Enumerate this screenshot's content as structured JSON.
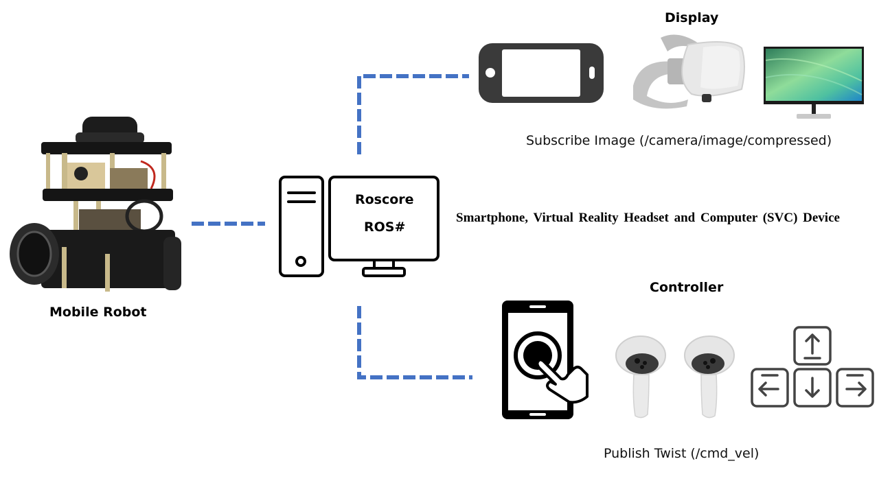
{
  "diagram": {
    "robot": {
      "label": "Mobile Robot"
    },
    "computer": {
      "line1": "Roscore",
      "line2": "ROS#"
    },
    "svc_title": "Smartphone, Virtual Reality Headset and Computer (SVC) Device",
    "display": {
      "title": "Display",
      "devices": [
        "smartphone",
        "vr-headset",
        "monitor"
      ],
      "caption": "Subscribe Image (/camera/image/compressed)"
    },
    "controller": {
      "title": "Controller",
      "devices": [
        "touch-smartphone",
        "vr-controllers",
        "arrow-keys"
      ],
      "caption": "Publish Twist (/cmd_vel)"
    },
    "connectors": {
      "color": "#4472C4",
      "links": [
        "robot-to-computer",
        "computer-to-display",
        "computer-to-controller"
      ]
    }
  }
}
